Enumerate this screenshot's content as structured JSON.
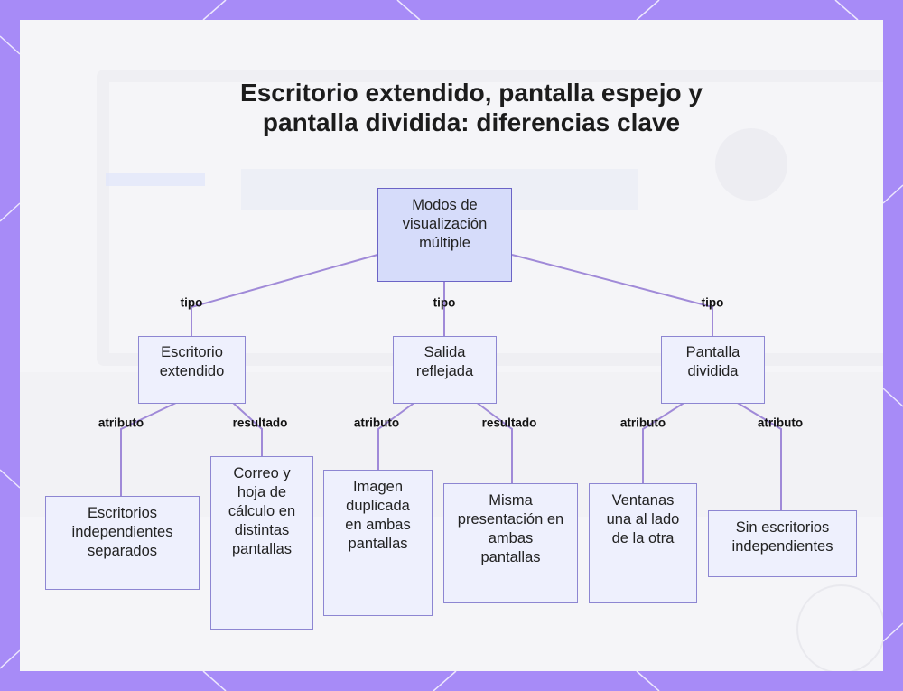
{
  "title": "Escritorio extendido, pantalla espejo y pantalla dividida: diferencias clave",
  "colors": {
    "frame": "#a78bf7",
    "panel": "#f5f5f8",
    "connector": "#a08ad8",
    "node_fill": "#eef0fd",
    "root_fill": "#d6dcfa",
    "node_border": "#8d86d2"
  },
  "nodes": {
    "root": "Modos de visualización múltiple",
    "extended": "Escritorio extendido",
    "mirror": "Salida reflejada",
    "split": "Pantalla dividida",
    "extended_attr": "Escritorios independientes separados",
    "extended_result": "Correo y hoja de cálculo en distintas pantallas",
    "mirror_attr": "Imagen duplicada en ambas pantallas",
    "mirror_result": "Misma presentación en ambas pantallas",
    "split_attr1": "Ventanas una al lado de la otra",
    "split_attr2": "Sin escritorios independientes"
  },
  "edges": {
    "root_extended": "tipo",
    "root_mirror": "tipo",
    "root_split": "tipo",
    "extended_attr": "atributo",
    "extended_result": "resultado",
    "mirror_attr": "atributo",
    "mirror_result": "resultado",
    "split_attr1": "atributo",
    "split_attr2": "atributo"
  }
}
